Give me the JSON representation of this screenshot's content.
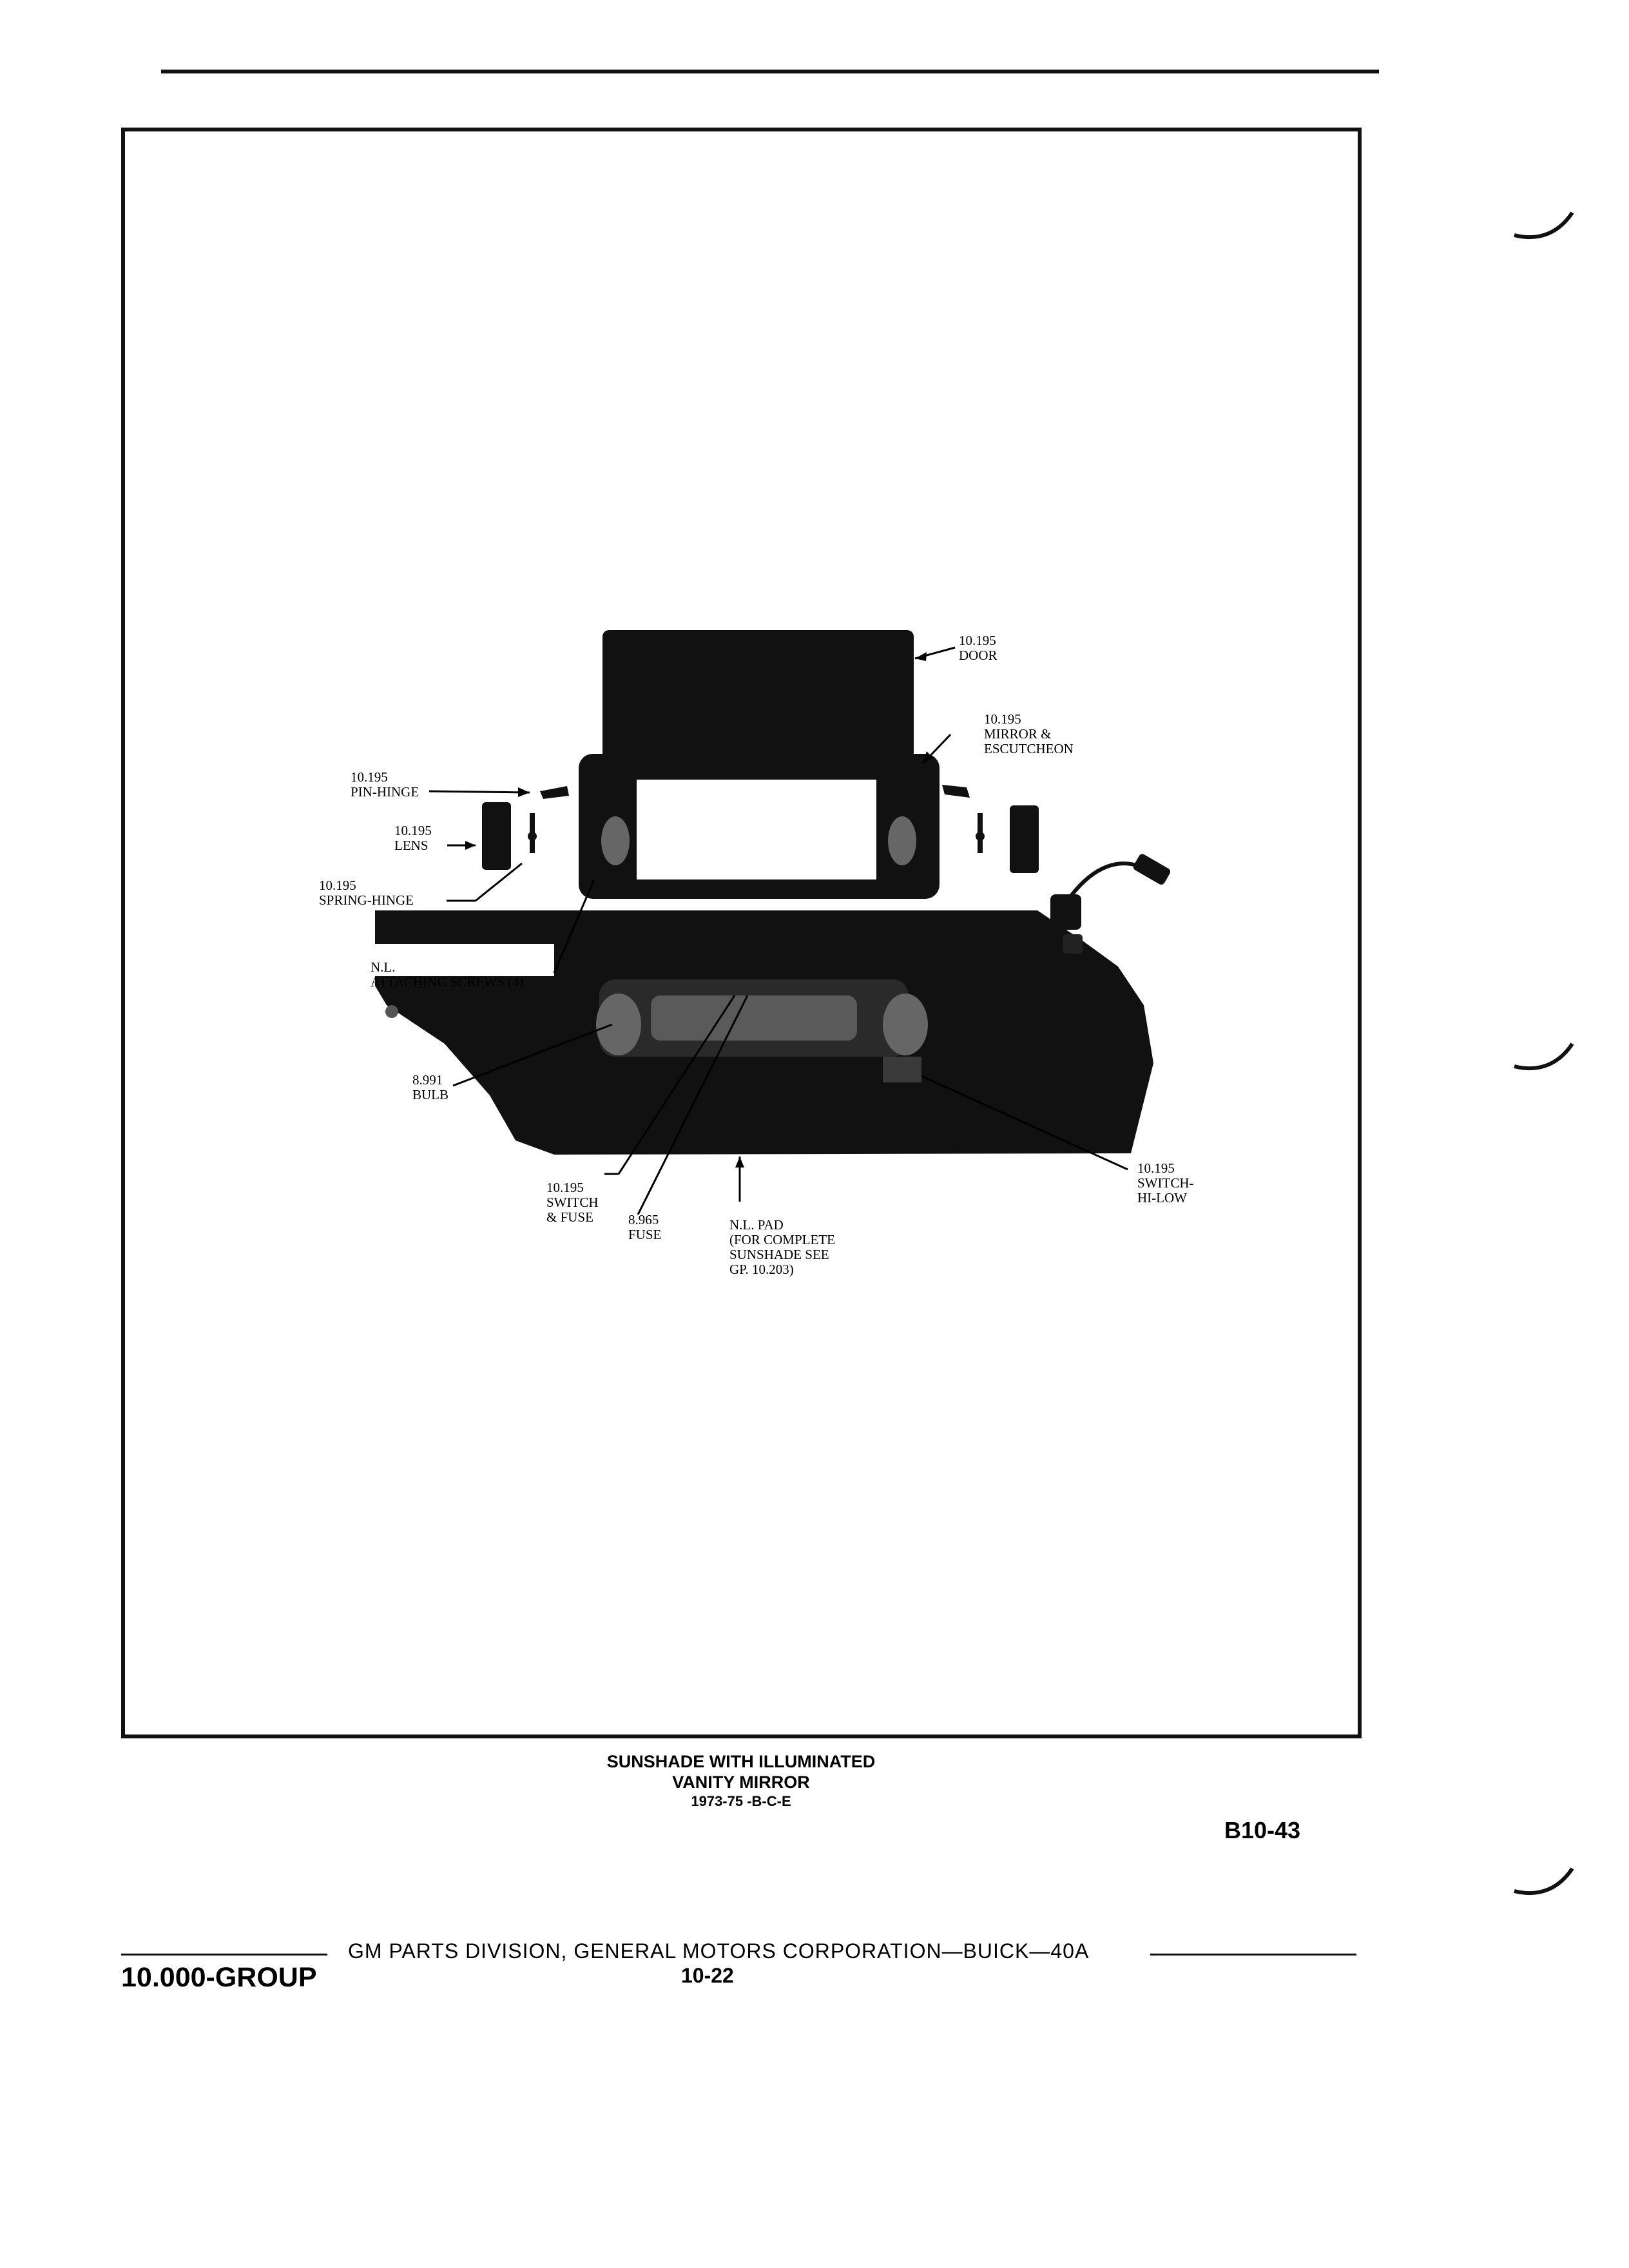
{
  "figure": {
    "callouts": {
      "door": [
        "10.195",
        "DOOR"
      ],
      "mirror": [
        "10.195",
        "MIRROR &",
        "ESCUTCHEON"
      ],
      "pin_hinge": [
        "10.195",
        "PIN-HINGE"
      ],
      "lens": [
        "10.195",
        "LENS"
      ],
      "spring_hinge": [
        "10.195",
        "SPRING-HINGE"
      ],
      "attaching_screws": [
        "N.L.",
        "ATTACHING SCREWS (4)"
      ],
      "bulb": [
        "8.991",
        "BULB"
      ],
      "switch_fuse": [
        "10.195",
        "SWITCH",
        "& FUSE"
      ],
      "fuse": [
        "8.965",
        "FUSE"
      ],
      "pad": [
        "N.L. PAD",
        "(FOR COMPLETE",
        "SUNSHADE SEE",
        "GP. 10.203)"
      ],
      "switch_hi_low": [
        "10.195",
        "SWITCH-",
        "HI-LOW"
      ]
    }
  },
  "caption": {
    "line1": "SUNSHADE WITH ILLUMINATED",
    "line2": "VANITY MIRROR",
    "line3": "1973-75 -B-C-E"
  },
  "figure_number": "B10-43",
  "footer": {
    "corporation": "GM PARTS DIVISION,  GENERAL MOTORS CORPORATION—BUICK—40A",
    "page_number": "10-22",
    "group": "10.000-GROUP"
  }
}
